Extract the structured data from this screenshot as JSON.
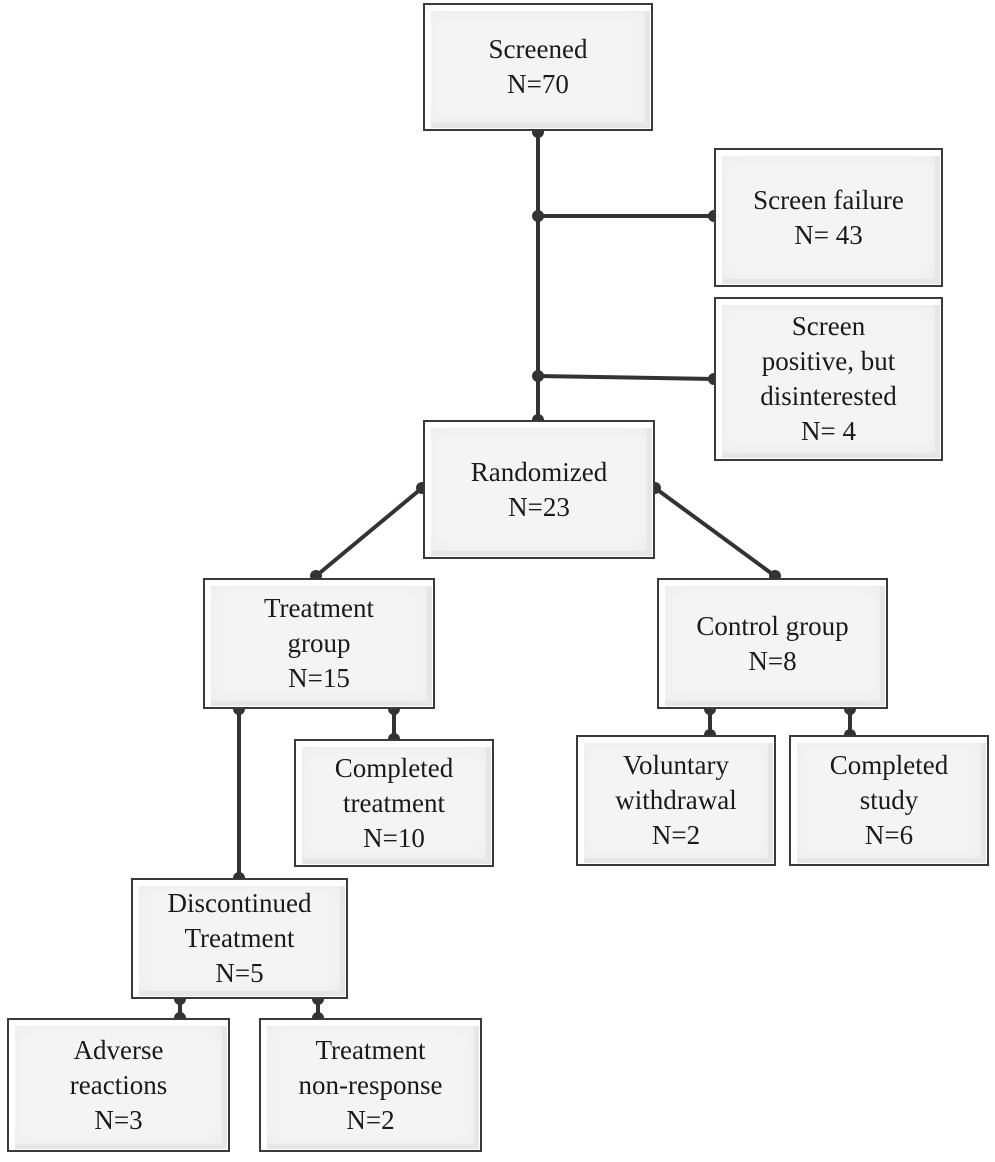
{
  "flowchart": {
    "screened": {
      "lines": [
        "Screened",
        "N=70"
      ]
    },
    "screen_failure": {
      "lines": [
        "Screen failure",
        "N= 43"
      ]
    },
    "screen_positive": {
      "lines": [
        "Screen",
        "positive, but",
        "disinterested",
        "N= 4"
      ]
    },
    "randomized": {
      "lines": [
        "Randomized",
        "N=23"
      ]
    },
    "treatment_group": {
      "lines": [
        "Treatment",
        "group",
        "N=15"
      ]
    },
    "control_group": {
      "lines": [
        "Control group",
        "N=8"
      ]
    },
    "completed_treatment": {
      "lines": [
        "Completed",
        "treatment",
        "N=10"
      ]
    },
    "voluntary_withdrawal": {
      "lines": [
        "Voluntary",
        "withdrawal",
        "N=2"
      ]
    },
    "completed_study": {
      "lines": [
        "Completed",
        "study",
        "N=6"
      ]
    },
    "discontinued_treatment": {
      "lines": [
        "Discontinued",
        "Treatment",
        "N=5"
      ]
    },
    "adverse_reactions": {
      "lines": [
        "Adverse",
        "reactions",
        "N=3"
      ]
    },
    "treatment_non_response": {
      "lines": [
        "Treatment",
        "non-response",
        "N=2"
      ]
    }
  },
  "colors": {
    "line": "#333333",
    "box_border": "#3a3a3a",
    "box_fill": "#f4f4f4"
  }
}
